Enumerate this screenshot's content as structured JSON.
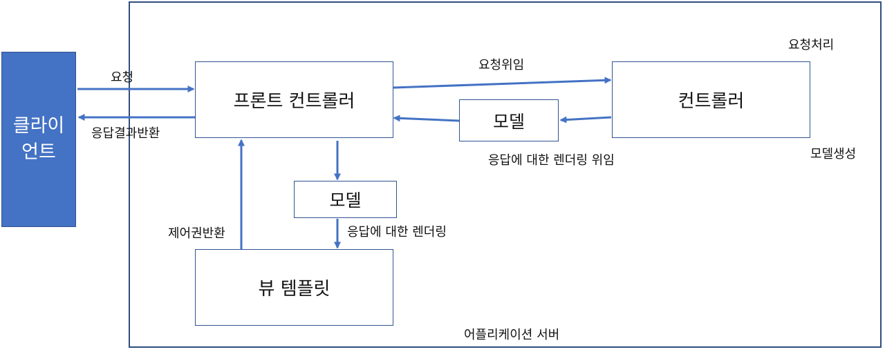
{
  "client": {
    "line1": "클라이",
    "line2": "언트"
  },
  "boxes": {
    "front_controller": "프론트 컨트롤러",
    "controller": "컨트롤러",
    "model_top": "모델",
    "model_bottom": "모델",
    "view_template": "뷰 템플릿"
  },
  "labels": {
    "request": "요청",
    "response_return": "응답결과반환",
    "delegate_request": "요청위임",
    "process_request": "요청처리",
    "create_model": "모델생성",
    "delegate_render": "응답에 대한 렌더링 위임",
    "render_response": "응답에 대한 렌더링",
    "return_control": "제어권반환",
    "app_server": "어플리케이션 서버"
  },
  "colors": {
    "accent": "#4472c4",
    "frame": "#2f4d7c",
    "box_border": "#2f528f"
  }
}
